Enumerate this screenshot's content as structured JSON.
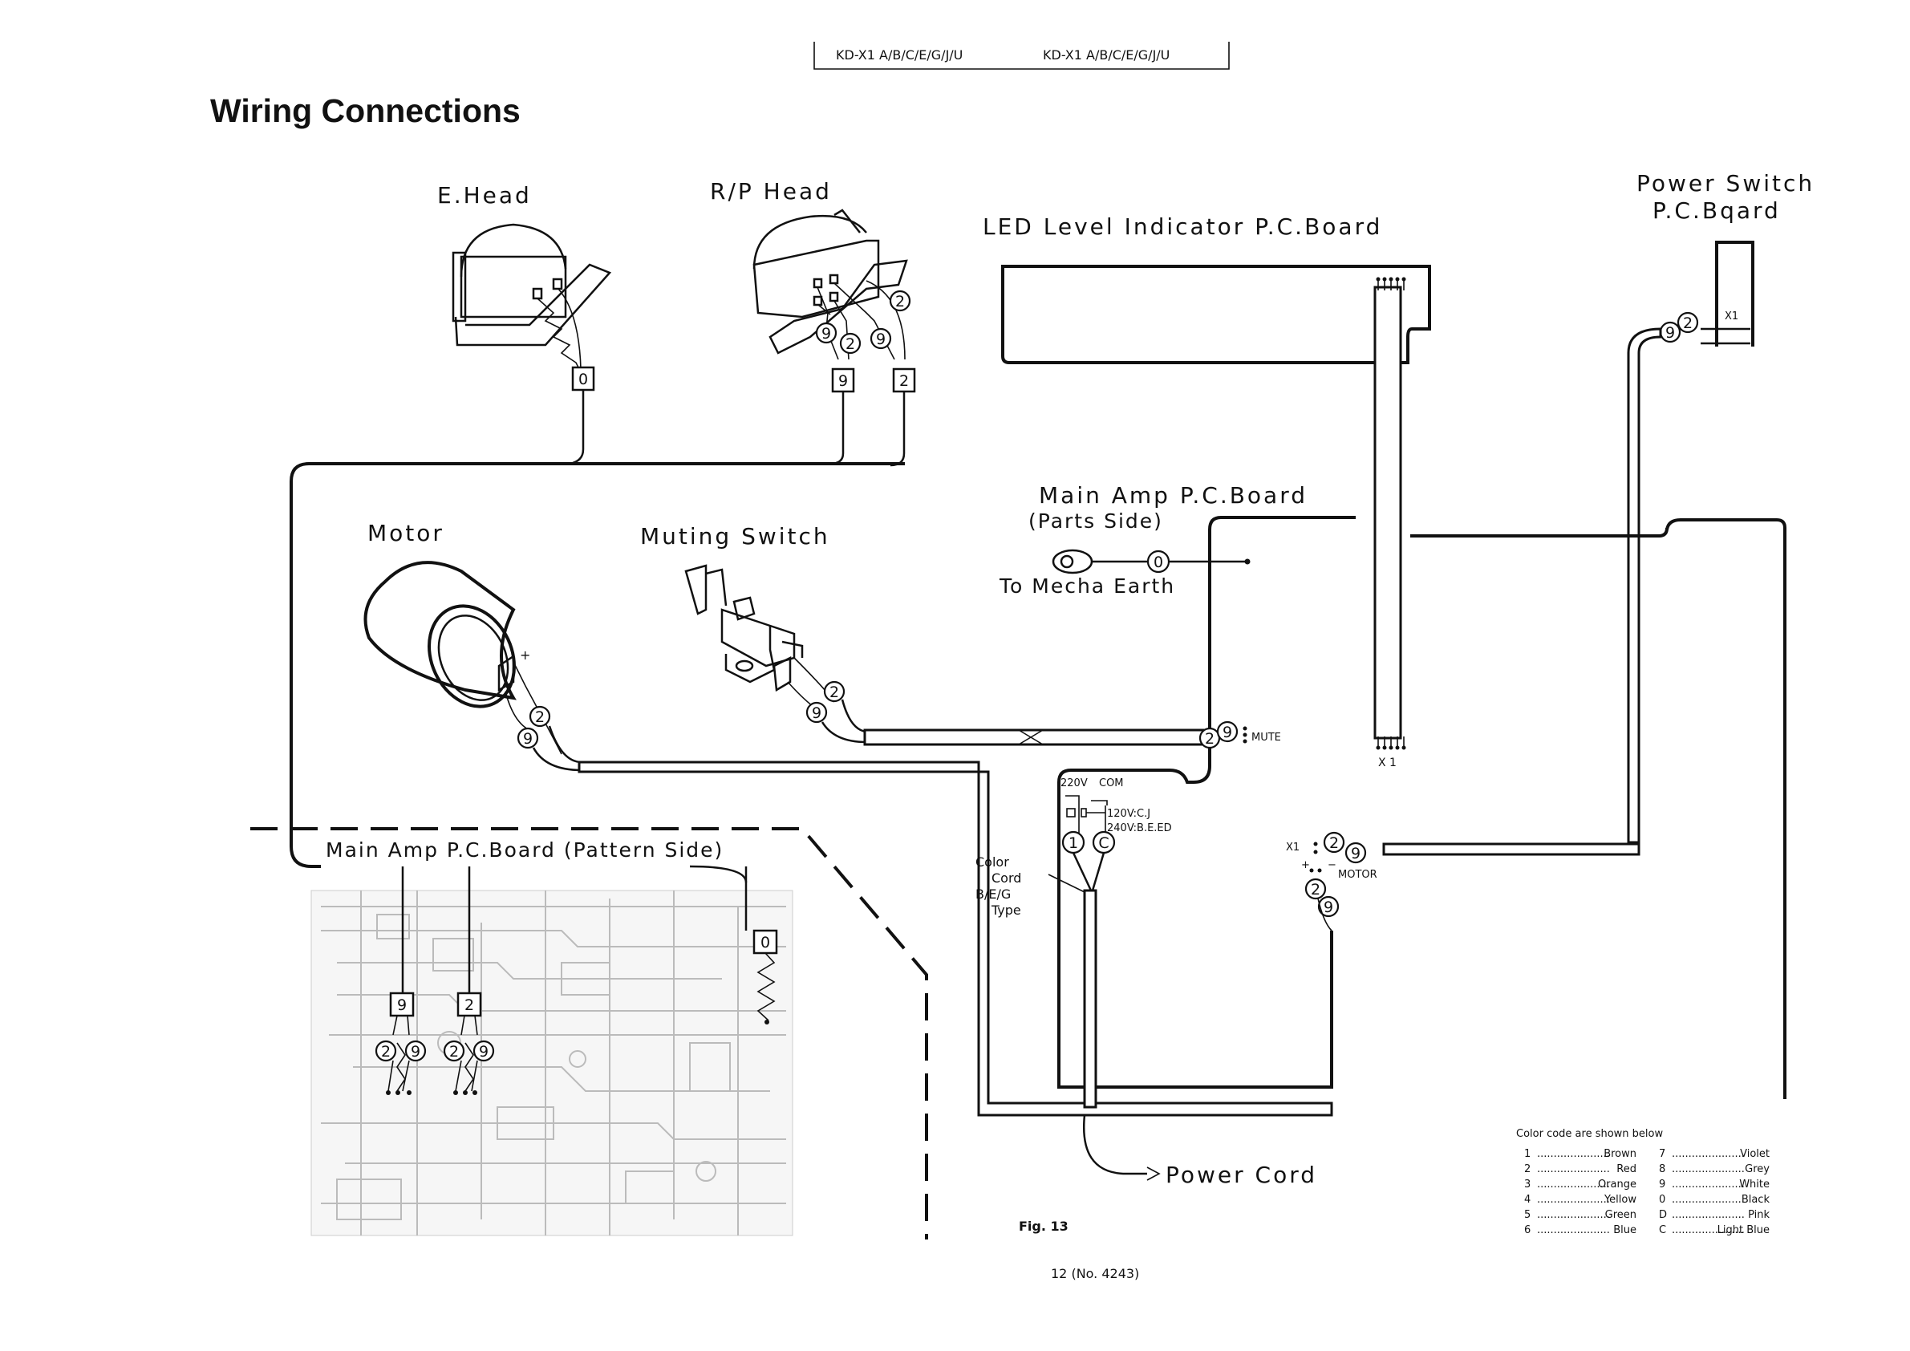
{
  "header": {
    "model_left": "KD-X1 A/B/C/E/G/J/U",
    "model_right": "KD-X1 A/B/C/E/G/J/U"
  },
  "title": "Wiring Connections",
  "labels": {
    "e_head": "E.Head",
    "rp_head": "R/P Head",
    "led_board": "LED Level Indicator P.C.Board",
    "power_switch_1": "Power Switch",
    "power_switch_2": "P.C.Bqard",
    "motor": "Motor",
    "muting_switch": "Muting Switch",
    "main_amp_parts_1": "Main Amp P.C.Board",
    "main_amp_parts_2": "(Parts Side)",
    "mecha_earth": "To Mecha Earth",
    "main_amp_pattern": "Main Amp P.C.Board (Pattern Side)",
    "mute": "MUTE",
    "x1_led": "X 1",
    "x1_switch": "X1",
    "x1_left": "X1",
    "motor_tag": "MOTOR",
    "v220": "220V",
    "com": "COM",
    "v120": "120V:C.J",
    "v240": "240V:B.E.ED",
    "color_cord_1": "Color",
    "color_cord_2": "Cord",
    "color_cord_3": "B/E/G",
    "color_cord_4": "Type",
    "power_cord": "Power Cord",
    "plus": "+",
    "minus": "−"
  },
  "wire_codes": {
    "zero": "0",
    "two": "2",
    "nine": "9",
    "one": "1",
    "c": "C"
  },
  "color_code": {
    "heading": "Color code are shown below",
    "left": [
      {
        "code": "1",
        "color": "Brown"
      },
      {
        "code": "2",
        "color": "Red"
      },
      {
        "code": "3",
        "color": "Orange"
      },
      {
        "code": "4",
        "color": "Yellow"
      },
      {
        "code": "5",
        "color": "Green"
      },
      {
        "code": "6",
        "color": "Blue"
      }
    ],
    "right": [
      {
        "code": "7",
        "color": "Violet"
      },
      {
        "code": "8",
        "color": "Grey"
      },
      {
        "code": "9",
        "color": "White"
      },
      {
        "code": "0",
        "color": "Black"
      },
      {
        "code": "D",
        "color": "Pink"
      },
      {
        "code": "C",
        "color": "Light Blue"
      }
    ]
  },
  "footer": {
    "fig": "Fig. 13",
    "page": "12 (No. 4243)"
  }
}
